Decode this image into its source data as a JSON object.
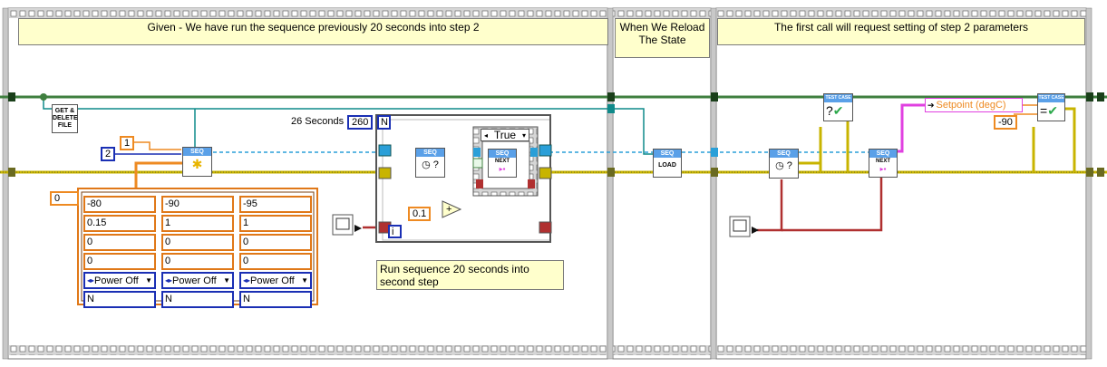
{
  "frames": {
    "frame1_label": "Given - We have run the sequence previously 20 seconds into step 2",
    "frame2_label": "When We Reload The State",
    "frame3_label": "The first call will request setting of step 2 parameters"
  },
  "nodes": {
    "get_delete_file": "GET & DELETE FILE",
    "const_2": "2",
    "const_1": "1",
    "const_0": "0",
    "seq_hdr": "SEQ",
    "seq_load_body": "LOAD",
    "seq_next_body": "NEXT",
    "seconds_label": "26 Seconds",
    "seconds_value": "260",
    "case_selector": "True",
    "const_0_1": "0.1",
    "loop_iteration": "i",
    "setpoint_label": "Setpoint (degC)",
    "const_neg90": "-90",
    "test_case_hdr": "TEST CASE",
    "comment": "Run sequence 20 seconds into second step",
    "n_terminal": "N"
  },
  "steps": [
    {
      "setpoint": "-80",
      "rate": "0.15",
      "a": "0",
      "b": "0",
      "power": "Power Off",
      "name": "N"
    },
    {
      "setpoint": "-90",
      "rate": "1",
      "a": "0",
      "b": "0",
      "power": "Power Off",
      "name": "N"
    },
    {
      "setpoint": "-95",
      "rate": "1",
      "a": "0",
      "b": "0",
      "power": "Power Off",
      "name": "N"
    }
  ],
  "colors": {
    "wire_yellow": "#c8b400",
    "wire_green": "#3f7f3f",
    "wire_teal": "#0f8a8a",
    "wire_dotted_blue": "#2a9fd8",
    "wire_orange": "#ee8a22",
    "wire_blue": "#1a2fb4",
    "wire_red": "#b03030",
    "wire_pink": "#e040e0",
    "label_bg": "#ffffcc",
    "frame_gray": "#9a9a9a"
  }
}
